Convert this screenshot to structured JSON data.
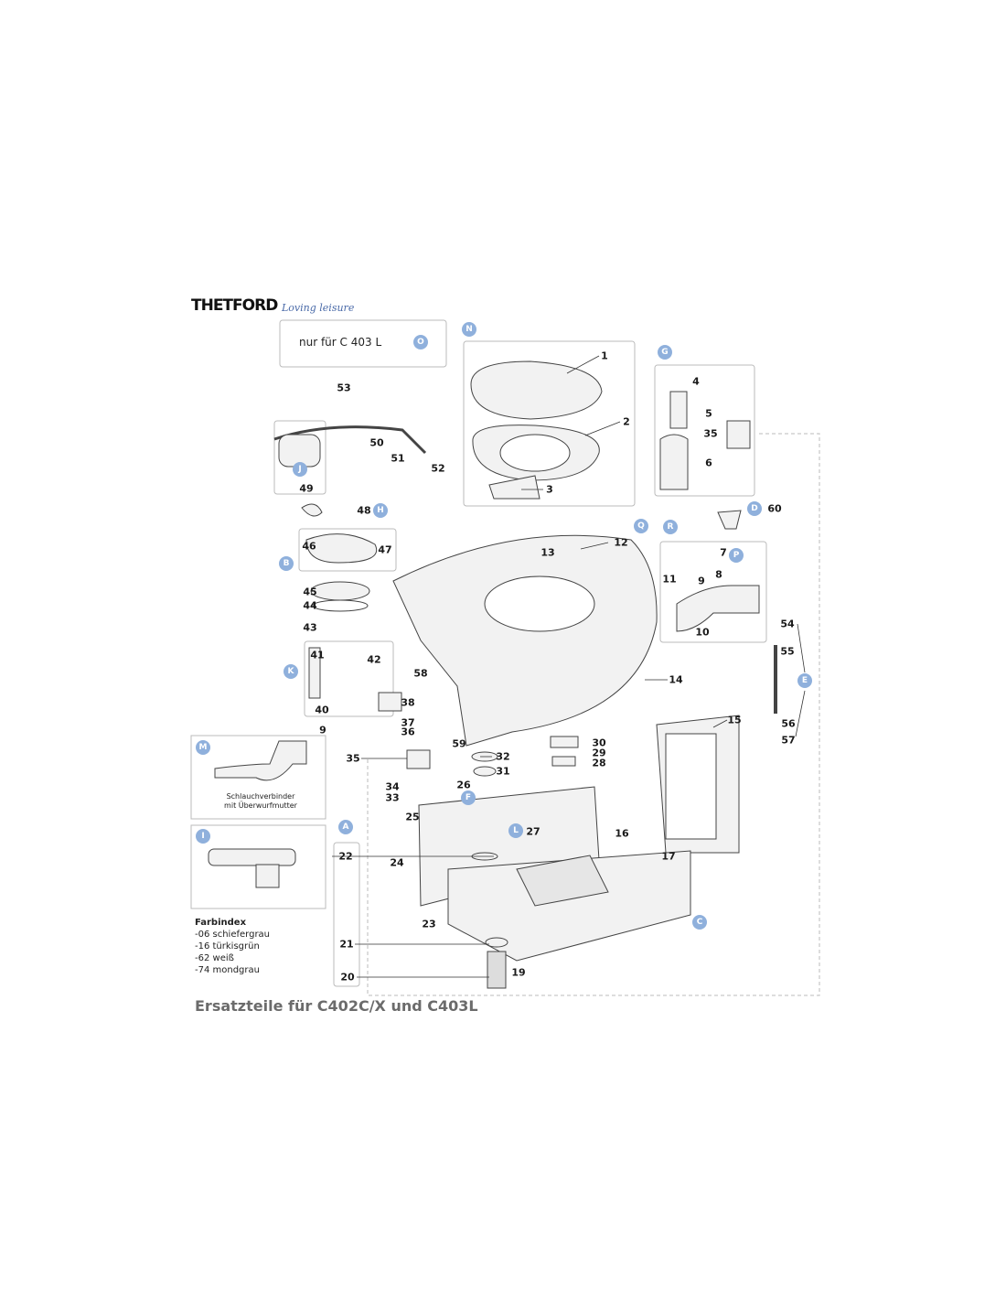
{
  "brand": {
    "logo": "THETFORD",
    "tagline": "Loving leisure"
  },
  "note_box": {
    "text": "nur für C 403 L",
    "letter": "O"
  },
  "inset_m": {
    "letter": "M",
    "caption_line1": "Schlauchverbinder",
    "caption_line2": "mit Überwurfmutter"
  },
  "inset_i": {
    "letter": "I"
  },
  "color_index": {
    "title": "Farbindex",
    "items": [
      "-06 schiefergrau",
      "-16 türkisgrün",
      "-62 weiß",
      "-74 mondgrau"
    ]
  },
  "footer_title": "Ersatzteile für C402C/X und C403L",
  "part_numbers": [
    "1",
    "2",
    "3",
    "4",
    "5",
    "35",
    "6",
    "53",
    "50",
    "51",
    "52",
    "49",
    "48",
    "60",
    "46",
    "47",
    "12",
    "13",
    "7",
    "8",
    "9",
    "11",
    "10",
    "45",
    "44",
    "43",
    "54",
    "55",
    "41",
    "42",
    "58",
    "14",
    "38",
    "40",
    "37",
    "36",
    "9",
    "15",
    "56",
    "57",
    "30",
    "29",
    "28",
    "59",
    "32",
    "35",
    "31",
    "26",
    "34",
    "33",
    "25",
    "27",
    "16",
    "17",
    "22",
    "24",
    "23",
    "21",
    "19",
    "20"
  ],
  "group_letters": [
    "N",
    "G",
    "J",
    "H",
    "D",
    "B",
    "Q",
    "R",
    "P",
    "K",
    "E",
    "F",
    "L",
    "A",
    "C"
  ],
  "colors": {
    "badge": "#8fb0dc",
    "line": "#555555",
    "box": "#bbbbbb"
  }
}
